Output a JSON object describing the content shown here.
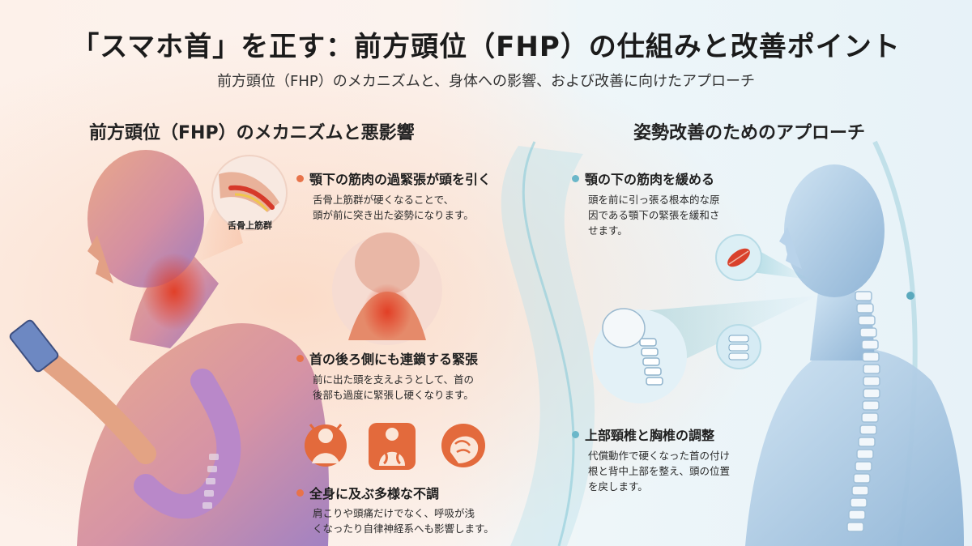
{
  "header": {
    "title": "「スマホ首」を正す：前方頭位（FHP）の仕組みと改善ポイント",
    "subtitle": "前方頭位（FHP）のメカニズムと、身体への影響、および改善に向けたアプローチ"
  },
  "left": {
    "section_title": "前方頭位（FHP）のメカニズムと悪影響",
    "inset_label": "舌骨上筋群",
    "points": [
      {
        "title": "顎下の筋肉の過緊張が頭を引く",
        "body_lines": [
          "舌骨上筋群が硬くなることで、",
          "頭が前に突き出た姿勢になります。"
        ]
      },
      {
        "title": "首の後ろ側にも連鎖する緊張",
        "body_lines": [
          "前に出た頭を支えようとして、首の",
          "後部も過度に緊張し硬くなります。"
        ]
      },
      {
        "title": "全身に及ぶ多様な不調",
        "body_lines": [
          "肩こりや頭痛だけでなく、呼吸が浅",
          "くなったり自律神経系へも影響します。"
        ]
      }
    ]
  },
  "right": {
    "section_title": "姿勢改善のためのアプローチ",
    "points": [
      {
        "title": "顎の下の筋肉を緩める",
        "body_lines": [
          "頭を前に引っ張る根本的な原",
          "因である顎下の緊張を緩和さ",
          "せます。"
        ]
      },
      {
        "title": "上部頸椎と胸椎の調整",
        "body_lines": [
          "代償動作で硬くなった首の付け",
          "根と背中上部を整え、頭の位置",
          "を戻します。"
        ]
      }
    ]
  },
  "colors": {
    "accent_left": "#e8734a",
    "accent_right": "#6bb7c9",
    "muscle_red": "#d9412b"
  }
}
